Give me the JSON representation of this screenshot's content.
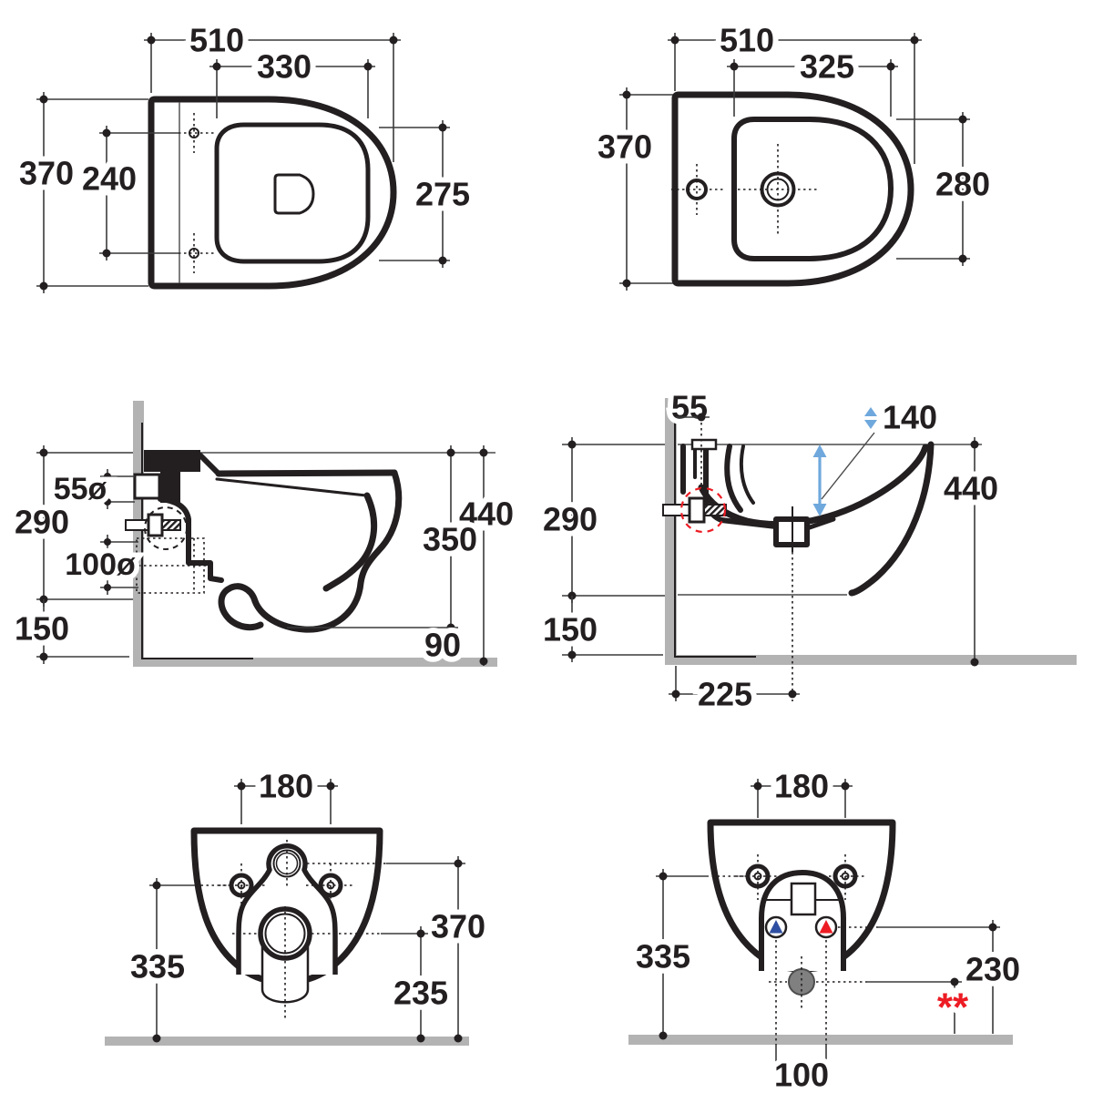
{
  "drawing": {
    "colors": {
      "ink": "#231f20",
      "surface_gray": "#b3b3b3",
      "arrow_blue": "#6fa8dc",
      "cold_water_blue": "#2f4fa2",
      "hot_water_red": "#ed1c24",
      "note_red": "#ed1c24"
    },
    "views": {
      "toilet_top": {
        "label": "toilet top view",
        "dims": {
          "overall_width": "510",
          "seat_width": "330",
          "overall_depth": "370",
          "fixing_centres": "240",
          "seat_depth": "275"
        }
      },
      "bidet_top": {
        "label": "bidet top view",
        "dims": {
          "overall_width": "510",
          "basin_width": "325",
          "overall_depth": "370",
          "basin_depth": "280"
        }
      },
      "toilet_side": {
        "label": "toilet side section",
        "dims": {
          "inlet_diameter": "55ø",
          "upper_height": "290",
          "outlet_diameter": "100ø",
          "lower_height": "150",
          "overall_height": "440",
          "rim_height": "350",
          "underside_clearance": "90"
        }
      },
      "bidet_side": {
        "label": "bidet side section",
        "dims": {
          "inlet_offset": "55",
          "basin_depth": "140",
          "upper_height": "290",
          "overall_height": "440",
          "lower_height": "150",
          "drain_offset": "225"
        }
      },
      "toilet_rear": {
        "label": "toilet rear view",
        "dims": {
          "fixing_centres": "180",
          "inlet_height": "370",
          "fixing_height": "335",
          "outlet_height": "235"
        }
      },
      "bidet_rear": {
        "label": "bidet rear view",
        "dims": {
          "fixing_centres": "180",
          "fixing_height": "335",
          "supply_height": "230",
          "supply_centres": "100",
          "note_marker": "**"
        }
      }
    }
  }
}
